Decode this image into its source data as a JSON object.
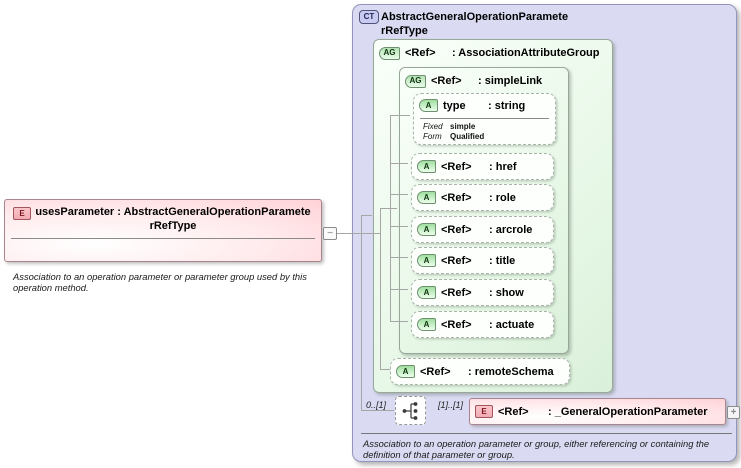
{
  "palette": {
    "complex_type_fill": "#dadbf3",
    "group_fill": "#e6f7e6",
    "element_fill_pink": "#ffd2d7",
    "attr_badge_green": "#a0dfa0",
    "element_badge_pink": "#f1abb2",
    "connector_gray": "#a6a6a6"
  },
  "left_element": {
    "badge": "E",
    "title_line1": "usesParameter : AbstractGeneralOperationParamete",
    "title_line2": "rRefType",
    "annotation": "Association to an operation parameter or parameter group used by this operation method.",
    "collapse_glyph": "−"
  },
  "complex_type": {
    "badge": "CT",
    "title_line1": "AbstractGeneralOperationParamete",
    "title_line2": "rRefType",
    "annotation": "Association to an operation parameter or group, either referencing or containing the definition of that parameter or group.",
    "association_attribute_group": {
      "badge": "AG",
      "ref": "<Ref>",
      "name": ": AssociationAttributeGroup",
      "simple_link": {
        "badge": "AG",
        "ref": "<Ref>",
        "name": ": simpleLink",
        "type_attribute": {
          "badge": "A",
          "name": "type",
          "type": ": string",
          "facets": [
            {
              "label": "Fixed",
              "value": "simple"
            },
            {
              "label": "Form",
              "value": "Qualified"
            }
          ]
        },
        "attributes": [
          {
            "badge": "A",
            "ref": "<Ref>",
            "name": ": href"
          },
          {
            "badge": "A",
            "ref": "<Ref>",
            "name": ": role"
          },
          {
            "badge": "A",
            "ref": "<Ref>",
            "name": ": arcrole"
          },
          {
            "badge": "A",
            "ref": "<Ref>",
            "name": ": title"
          },
          {
            "badge": "A",
            "ref": "<Ref>",
            "name": ": show"
          },
          {
            "badge": "A",
            "ref": "<Ref>",
            "name": ": actuate"
          }
        ]
      },
      "remote_schema": {
        "badge": "A",
        "ref": "<Ref>",
        "name": ": remoteSchema"
      }
    },
    "content": {
      "cardinality_left": "0..[1]",
      "cardinality_right": "[1]..[1]",
      "element": {
        "badge": "E",
        "ref": "<Ref>",
        "name": ": _GeneralOperationParameter"
      },
      "expand_glyph": "+"
    }
  }
}
